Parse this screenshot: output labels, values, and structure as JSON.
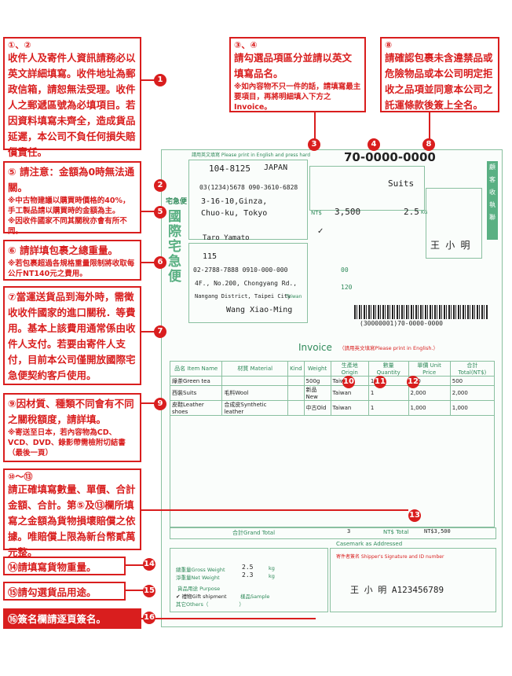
{
  "callouts": {
    "c1": {
      "num": "①、②",
      "text": "收件人及寄件人資訊請務必以英文詳細填寫。收件地址為郵政信箱，請恕無法受理。收件人之郵遞區號為必填項目。若因資料填寫未齊全，造成貨品延遲，本公司不負任何損失賠償責任。"
    },
    "c3": {
      "num": "③、④",
      "text": "請勾選品項區分並請以英文填寫品名。",
      "note": "※如內容物不只一件的話，請填寫最主要項目，再將明細填入下方之Invoice。"
    },
    "c8": {
      "num": "⑧",
      "text": "請確認包裹未含違禁品或危險物品或本公司明定拒收之品項並同意本公司之託運條款後簽上全名。"
    },
    "c5": {
      "num": "⑤",
      "text": "請注意：金額為0時無法通關。",
      "notes": [
        "※中古物建議以購買時價格的40%，手工製品請以購買時的金額為主。",
        "※因收件國家不同其關稅亦會有所不同。"
      ]
    },
    "c6": {
      "num": "⑥",
      "text": "請詳填包裹之總重量。",
      "note": "※若包裹超過各規格重量限制將收取每公斤NT140元之費用。"
    },
    "c7": {
      "num": "⑦",
      "text": "當運送貨品到海外時，需徵收收件國家的進口關稅．等費用。基本上該費用通常係由收件人支付。若要由寄件人支付，目前本公司僅開放國際宅急便契約客戶使用。"
    },
    "c9": {
      "num": "⑨",
      "text": "因材質、種類不同會有不同之關稅額度，請詳填。",
      "note": "※寄送至日本，若內容物為CD、VCD、DVD、錄影帶需檢附切結書（最後一頁）"
    },
    "c10": {
      "num": "⑩～⑬",
      "text": "請正確填寫數量、單價、合計金額、合計。第⑤及⑬欄所填寫之金額為貨物損壞賠償之依據。唯賠償上限為新台幣貳萬元整。"
    },
    "c14": {
      "num": "⑭",
      "text": "請填寫貨物重量。"
    },
    "c15": {
      "num": "⑮",
      "text": "請勾選貨品用途。"
    },
    "c16": {
      "num": "⑯",
      "text": "簽名欄請逐頁簽名。"
    }
  },
  "badges": [
    "1",
    "2",
    "3",
    "4",
    "5",
    "6",
    "7",
    "8",
    "9",
    "10",
    "11",
    "12",
    "13",
    "14",
    "15",
    "16"
  ],
  "form": {
    "header_hint": "請用英文填寫 Please print in English and press hard",
    "waybill": "70-0000-0000",
    "brand": "宅急便",
    "brand_title": "國際宅急便",
    "recipient": {
      "zip": "104-8125",
      "country": "JAPAN",
      "tel": "03(1234)5678  090-3610-6828",
      "address1": "3-16-10,Ginza,",
      "address2": "Chuo-ku, Tokyo",
      "name": "Taro Yamato"
    },
    "sender": {
      "zip": "115",
      "tel": "02-2788-7888  0910-000-000",
      "address1": "4F., No.200, Chongyang Rd.,",
      "address2": "Nangang District, Taipei City",
      "country": "Taiwan",
      "name": "Wang Xiao-Ming"
    },
    "category": "Suits",
    "value": "3,500",
    "value_prefix": "NT$",
    "weight": "2.5",
    "weight_unit": "KG",
    "count1": "00",
    "count2": "120",
    "signature": "王 小 明",
    "barcode_text": "(30000001)70-0000-0000",
    "side_tab": "顧 客 收 執 聯",
    "invoice": {
      "title": "Invoice",
      "subtitle": "（請用英文填寫Please print in English.）",
      "headers": [
        "品名 Item Name",
        "材質 Material",
        "Kind",
        "Weight",
        "生產地 Origin",
        "數量 Quantity",
        "單價 Unit Price",
        "合計 Total(NT$)"
      ],
      "rows": [
        [
          "綠茶Green tea",
          "",
          "",
          "500g",
          "Taiwan",
          "1",
          "500",
          "500"
        ],
        [
          "西裝Suits",
          "毛料Wool",
          "",
          "新品New",
          "Taiwan",
          "1",
          "2,000",
          "2,000"
        ],
        [
          "皮鞋Leather shoes",
          "合成皮Synthetic leather",
          "",
          "中古Old",
          "Taiwan",
          "1",
          "1,000",
          "1,000"
        ]
      ],
      "grand_total_label": "合計Grand Total",
      "grand_total_qty": "3",
      "total_currency": "NT$",
      "total_label": "Total",
      "grand_total": "NT$3,500",
      "casemark": "Casemark as Addressed",
      "gross_label": "總重量Gross Weight",
      "gross": "2.5",
      "net_label": "淨重量Net Weight",
      "net": "2.3",
      "weight_unit": "kg",
      "purpose_label": "貨品用途 Purpose",
      "purpose_options": [
        "✔ 禮物Gift shipment",
        "樣品Sample",
        "其它Others（　　　　　　）"
      ],
      "shipper_sig_label": "寄件者簽名 Shipper's Signature and ID number",
      "shipper_sig": "王 小 明 A123456789"
    }
  }
}
